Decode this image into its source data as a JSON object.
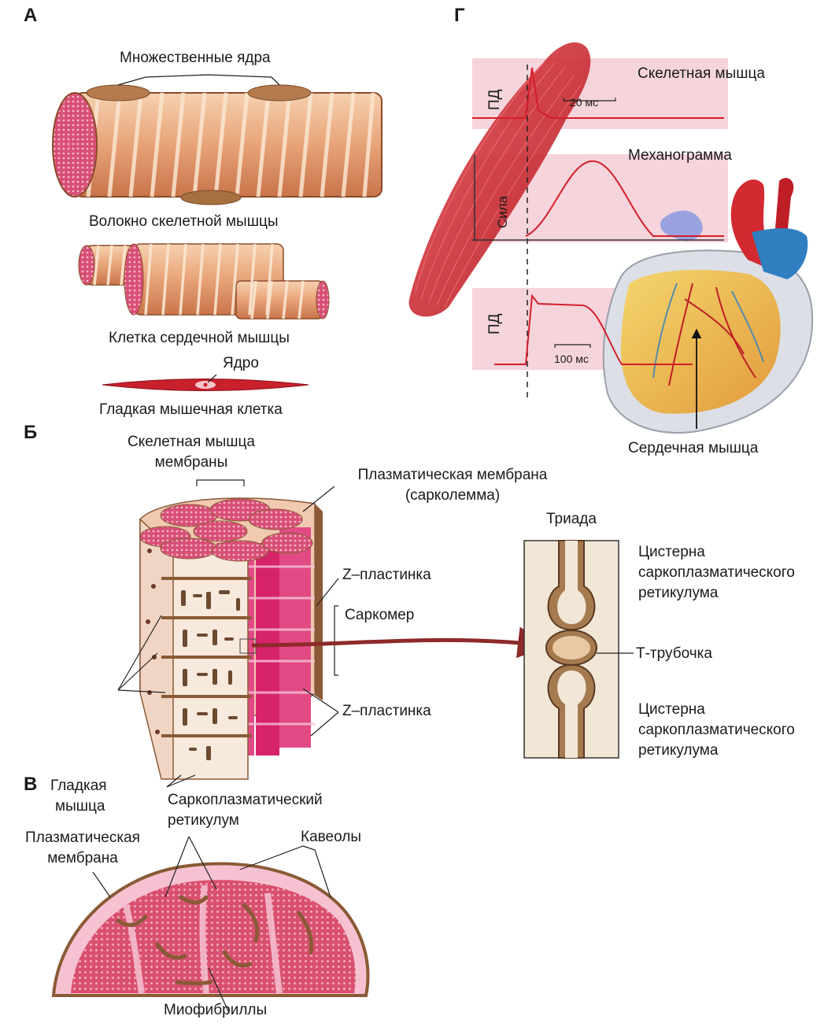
{
  "panels": {
    "a": "А",
    "b": "Б",
    "v": "В",
    "g": "Г"
  },
  "panel_a": {
    "multiple_nuclei": "Множественные ядра",
    "skeletal_fiber": "Волокно скелетной мышцы",
    "cardiac_cell": "Клетка сердечной мышцы",
    "nucleus": "Ядро",
    "smooth_cell": "Гладкая мышечная клетка"
  },
  "panel_b": {
    "skeletal_membranes_1": "Скелетная мышца",
    "skeletal_membranes_2": "мембраны",
    "plasma_membrane_1": "Плазматическая мембрана",
    "plasma_membrane_2": "(сарколемма)",
    "triad": "Триада",
    "z_plate_top": "Z–пластинка",
    "sarcomere": "Саркомер",
    "z_plate_bottom": "Z–пластинка",
    "cistern_top_1": "Цистерна",
    "cistern_top_2": "саркоплазматического",
    "cistern_top_3": "ретикулума",
    "t_tubule": "Т-трубочка",
    "cistern_bottom_1": "Цистерна",
    "cistern_bottom_2": "саркоплазматического",
    "cistern_bottom_3": "ретикулума",
    "sr_1": "Саркоплазматический",
    "sr_2": "ретикулум"
  },
  "panel_v": {
    "smooth_1": "Гладкая",
    "smooth_2": "мышца",
    "plasma_1": "Плазматическая",
    "plasma_2": "мембрана",
    "caveolae": "Кавеолы",
    "myofibrils": "Миофибриллы"
  },
  "panel_g": {
    "skeletal_muscle": "Скелетная мышца",
    "ap_top": "ПД",
    "scale_20": "20 мс",
    "mechanogram": "Механограмма",
    "force": "Сила",
    "ap_bottom": "ПД",
    "scale_100": "100 мс",
    "cardiac_muscle": "Сердечная мышца"
  },
  "colors": {
    "muscle_red": "#c8202c",
    "fiber_orange": "#e6a378",
    "fiber_pink": "#d94c7a",
    "membrane_brown": "#8a5a36",
    "trace_red": "#d41f2a",
    "band_pink": "#f4cdd6",
    "heart_yellow": "#f0c94a",
    "vessel_blue": "#2f7fc0"
  }
}
